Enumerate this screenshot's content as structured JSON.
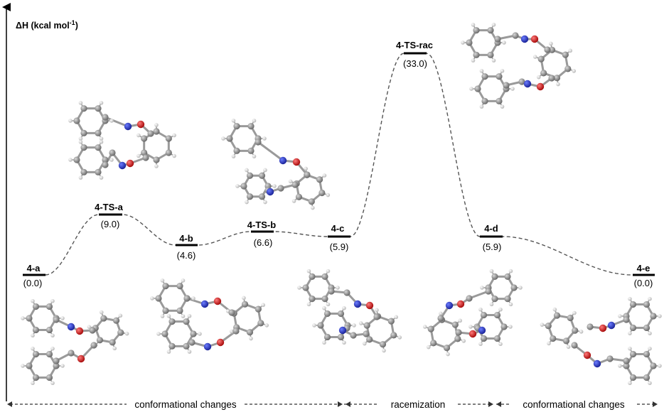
{
  "axis": {
    "title_main": "ΔH (kcal mol",
    "title_sup": "-1",
    "title_end": ")"
  },
  "states": [
    {
      "id": "4-a",
      "energy": 0.0,
      "value_label": "(0.0)"
    },
    {
      "id": "4-TS-a",
      "energy": 9.0,
      "value_label": "(9.0)"
    },
    {
      "id": "4-b",
      "energy": 4.6,
      "value_label": "(4.6)"
    },
    {
      "id": "4-TS-b",
      "energy": 6.6,
      "value_label": "(6.6)"
    },
    {
      "id": "4-c",
      "energy": 5.9,
      "value_label": "(5.9)"
    },
    {
      "id": "4-TS-rac",
      "energy": 33.0,
      "value_label": "(33.0)"
    },
    {
      "id": "4-d",
      "energy": 5.9,
      "value_label": "(5.9)"
    },
    {
      "id": "4-e",
      "energy": 0.0,
      "value_label": "(0.0)"
    }
  ],
  "regions": [
    {
      "label": "conformational changes"
    },
    {
      "label": "racemization"
    },
    {
      "label": "conformational changes"
    }
  ],
  "colors": {
    "carbon": "#8c8c8c",
    "hydrogen": "#e6e6e6",
    "nitrogen": "#1f2fb5",
    "oxygen": "#d91a1a",
    "curve": "#555555"
  }
}
